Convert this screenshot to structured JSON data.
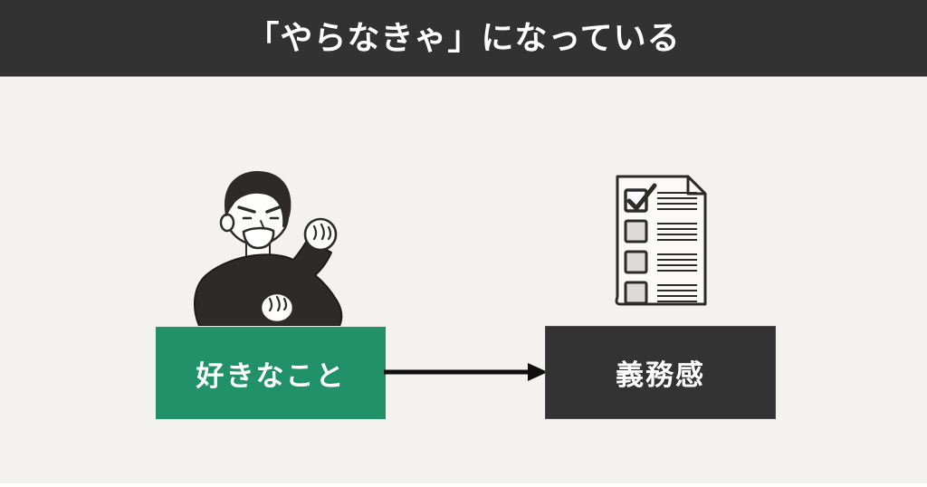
{
  "header": {
    "title": "「やらなきゃ」になっている",
    "background": "#323232",
    "text_color": "#ffffff"
  },
  "canvas": {
    "background": "#f4f2ee",
    "bottom_strip_color": "#ffffff"
  },
  "flow": {
    "source_box": {
      "label": "好きなこと",
      "background": "#209168",
      "text_color": "#ffffff"
    },
    "arrow": {
      "direction": "right",
      "color": "#0f0f0f"
    },
    "target_box": {
      "label": "義務感",
      "background": "#333333",
      "text_color": "#ffffff"
    }
  },
  "illustrations": {
    "person": {
      "name": "excited-man-fist-pump-illustration",
      "shirt_color": "#2e2a28",
      "skin_color": "#fdfdfb"
    },
    "checklist": {
      "name": "checklist-document-icon",
      "rows": 4,
      "checked_rows": 1,
      "paper_color": "#fbfaf7",
      "checkbox_fill": "#dbdbd8"
    }
  }
}
